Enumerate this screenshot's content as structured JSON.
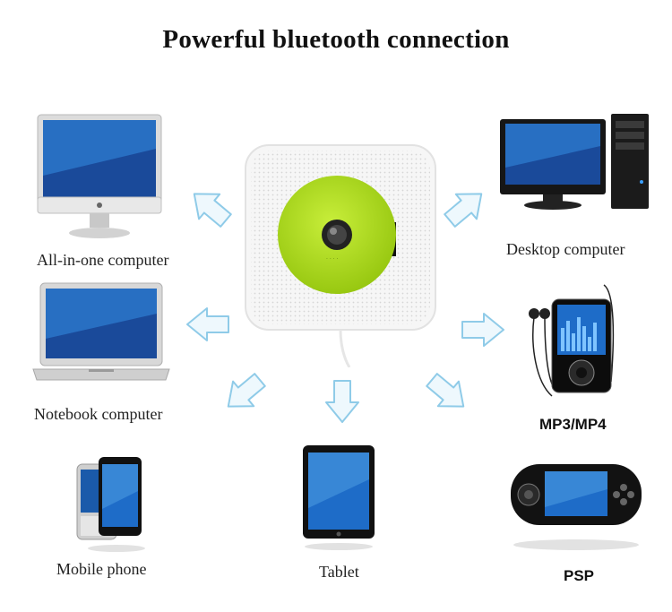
{
  "header": {
    "title": "Powerful bluetooth connection"
  },
  "center_device": {
    "name": "wall-mounted-cd-player",
    "accent": "#a9d81c",
    "body_color": "#f4f4f4"
  },
  "arrow_color": "#a8d6ee",
  "devices": [
    {
      "key": "all_in_one",
      "label": "All-in-one computer",
      "icon": "all-in-one-computer-icon"
    },
    {
      "key": "notebook",
      "label": "Notebook computer",
      "icon": "laptop-icon"
    },
    {
      "key": "mobile",
      "label": "Mobile phone",
      "icon": "mobile-phone-icon"
    },
    {
      "key": "tablet",
      "label": "Tablet",
      "icon": "tablet-icon"
    },
    {
      "key": "desktop",
      "label": "Desktop computer",
      "icon": "desktop-computer-icon"
    },
    {
      "key": "mp3",
      "label": "MP3/MP4",
      "icon": "mp3-player-icon"
    },
    {
      "key": "psp",
      "label": "PSP",
      "icon": "psp-icon"
    }
  ]
}
